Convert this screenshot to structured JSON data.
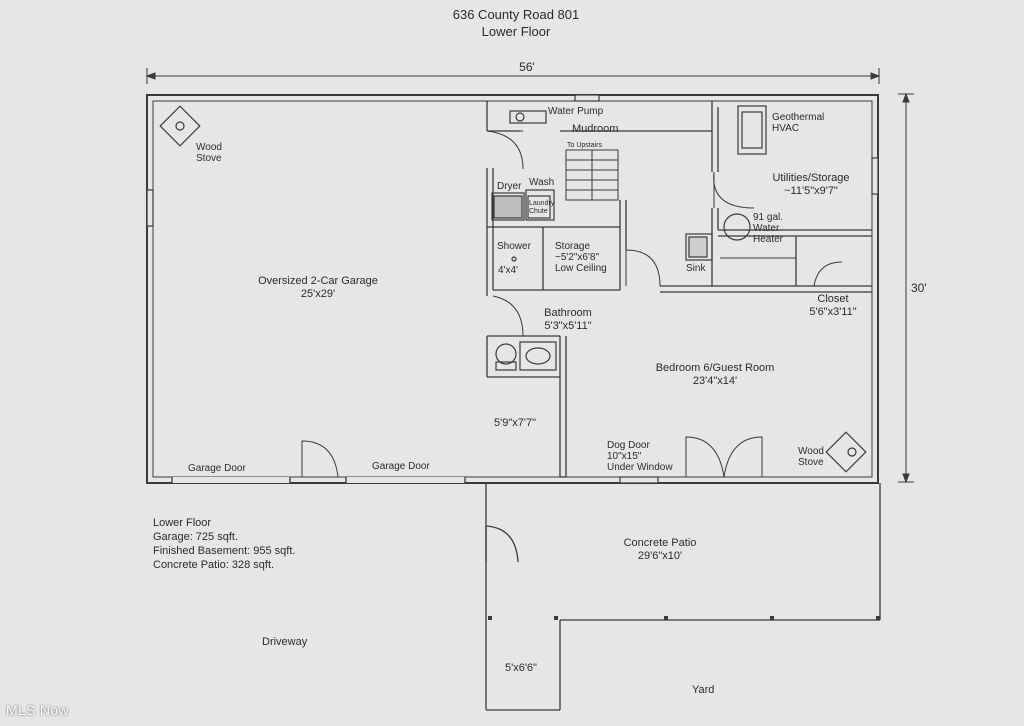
{
  "header": {
    "address": "636 County Road 801",
    "subtitle": "Lower Floor"
  },
  "dimensions": {
    "width": "56'",
    "depth": "30'"
  },
  "rooms": {
    "wood_stove_garage": [
      "Wood",
      "Stove"
    ],
    "garage": {
      "name": "Oversized 2-Car Garage",
      "size": "25'x29'"
    },
    "water_pump": "Water Pump",
    "mudroom": "Mudroom",
    "to_upstairs": "To Upstairs",
    "dryer": "Dryer",
    "wash": "Wash",
    "laundry_chute": [
      "Laundry",
      "Chute"
    ],
    "shower": {
      "name": "Shower",
      "size": "4'x4'"
    },
    "storage": {
      "name": "Storage",
      "size": "~5'2\"x6'8\"",
      "note": "Low Ceiling"
    },
    "geothermal": [
      "Geothermal",
      "HVAC"
    ],
    "utilities": {
      "name": "Utilities/Storage",
      "size": "~11'5\"x9'7\""
    },
    "water_heater": [
      "91 gal.",
      "Water",
      "Heater"
    ],
    "sink": "Sink",
    "closet": {
      "name": "Closet",
      "size": "5'6\"x3'11\""
    },
    "bathroom": {
      "name": "Bathroom",
      "size": "5'3\"x5'11\""
    },
    "bedroom": {
      "name": "Bedroom 6/Guest Room",
      "size": "23'4\"x14'"
    },
    "hall": {
      "size": "5'9\"x7'7\""
    },
    "dog_door": {
      "name": "Dog Door",
      "size": "10\"x15\"",
      "note": "Under Window"
    },
    "wood_stove_bedroom": [
      "Wood",
      "Stove"
    ],
    "garage_door_left": "Garage Door",
    "garage_door_right": "Garage Door",
    "patio": {
      "name": "Concrete Patio",
      "size": "29'6\"x10'"
    },
    "driveway": "Driveway",
    "walkway": "5'x6'6\"",
    "yard": "Yard"
  },
  "summary": {
    "title": "Lower Floor",
    "garage": "Garage: 725 sqft.",
    "basement": "Finished Basement: 955 sqft.",
    "patio": "Concrete Patio: 328 sqft."
  },
  "watermark": "MLS Now"
}
